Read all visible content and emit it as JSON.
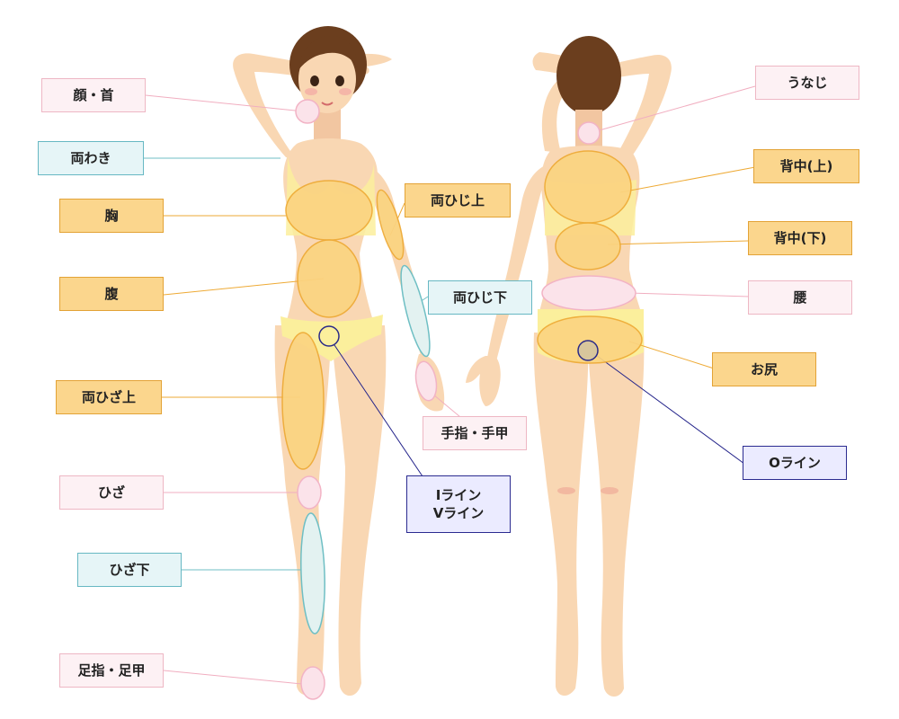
{
  "colors": {
    "skin": "#f9d7b3",
    "skin_shade": "#f2c6a1",
    "hair": "#6b3e1e",
    "underwear": "#fbef9c",
    "zone_orange_fill": "#fbd481",
    "zone_orange_stroke": "#eeaa35",
    "zone_pink_fill": "#fbe3ea",
    "zone_pink_stroke": "#f2b3c5",
    "zone_aqua_fill": "#e3f2f1",
    "zone_aqua_stroke": "#6fbfc4",
    "zone_blue_stroke": "#2a2a88",
    "zone_o_fill": "#d8c69c",
    "leader_pink": "#f1aec0",
    "leader_aqua": "#6fbfc4",
    "leader_orange": "#eeaa35",
    "leader_blue": "#23238a"
  },
  "labels": {
    "face_neck": "顔・首",
    "underarms": "両わき",
    "chest": "胸",
    "abdomen": "腹",
    "thighs": "両ひざ上",
    "knees": "ひざ",
    "below_knees": "ひざ下",
    "toes_feet": "足指・足甲",
    "upper_arms": "両ひじ上",
    "forearms": "両ひじ下",
    "fingers_hands": "手指・手甲",
    "i_line": "Iライン",
    "v_line": "Vライン",
    "nape": "うなじ",
    "upper_back": "背中(上)",
    "lower_back": "背中(下)",
    "waist": "腰",
    "buttocks": "お尻",
    "o_line": "Oライン"
  }
}
